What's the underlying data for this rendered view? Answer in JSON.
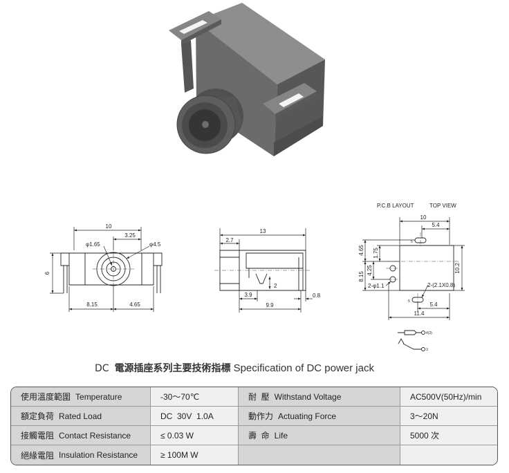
{
  "drawings": {
    "front_view": {
      "width": "10",
      "hole_dia": "φ1.65",
      "offset": "3.25",
      "barrel_dia": "φ4.5",
      "height": "6",
      "left_span": "8.15",
      "right_span": "4.65"
    },
    "side_view": {
      "length": "13",
      "front_lip": "2.7",
      "spring_height": "2",
      "pin_offset": "3.9",
      "pin_width": "0.8",
      "pin_span": "9.9"
    },
    "pcb_layout": {
      "title": "P.C.B LAYOUT",
      "view": "TOP VIEW",
      "width": "10",
      "pad_offset_top": "5.4",
      "pad_to_center": "4.65",
      "edge_to_center": "1.75",
      "hole_offset": "4.25",
      "lower_span": "8.15",
      "height": "10.2",
      "holes": "2-φ1.1",
      "slots": "2-(2.1X0.8)",
      "pad_offset_bottom": "5.4",
      "overall_width": "11.4",
      "pad_top_pin": "5",
      "pad_bottom_pin": "5"
    },
    "schematic": {
      "pin_upper": "4(2)",
      "pin_lower": "3"
    }
  },
  "title": {
    "prefix": "DC",
    "chinese": "電源插座系列主要技術指標",
    "english": "Specification of DC power jack"
  },
  "spec_table": {
    "rows": [
      {
        "label1_cn": "使用溫度範圍",
        "label1_en": "Temperature",
        "value1": "-30～70℃",
        "label2_cn": "耐  壓",
        "label2_en": "Withstand Voltage",
        "value2": "AC500V(50Hz)/min"
      },
      {
        "label1_cn": "額定負荷",
        "label1_en": "Rated Load",
        "value1": "DC  30V  1.0A",
        "label2_cn": "動作力",
        "label2_en": "Actuating Force",
        "value2": "3～20N"
      },
      {
        "label1_cn": "接觸電阻",
        "label1_en": "Contact Resistance",
        "value1": "≤ 0.03 W",
        "label2_cn": "壽  命",
        "label2_en": "Life",
        "value2": "5000 次"
      },
      {
        "label1_cn": "絕緣電阻",
        "label1_en": "Insulation Resistance",
        "value1": "≥ 100M W"
      }
    ]
  }
}
